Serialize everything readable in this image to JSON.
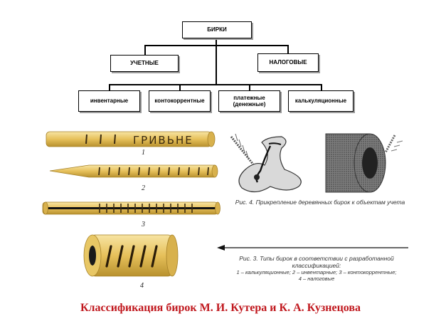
{
  "chart": {
    "root": "БИРКИ",
    "level1": [
      "УЧЕТНЫЕ",
      "НАЛОГОВЫЕ"
    ],
    "level2": [
      "инвентарные",
      "контокоррентные",
      "платежные\n(денежные)",
      "калькуляционные"
    ]
  },
  "figures": {
    "stick_numbers": [
      "1",
      "2",
      "3",
      "4"
    ],
    "stick1_inscription": "ГРИВЬНЕ",
    "fig4_caption": "Рис. 4. Прикрепление деревянных бирок к объектам учета",
    "fig3_caption": "Рис. 3. Типы бирок в соответствии с разработанной классификацией:",
    "fig3_items": [
      "1 – калькуляционные; 2 – инвентарные; 3 – контокоррентные;",
      "4 – налоговые"
    ]
  },
  "title": "Классификация бирок М. И. Кутера и К. А. Кузнецова",
  "colors": {
    "title": "#c0171d",
    "wood": "#e9c766",
    "wood_dark": "#b8912e"
  }
}
